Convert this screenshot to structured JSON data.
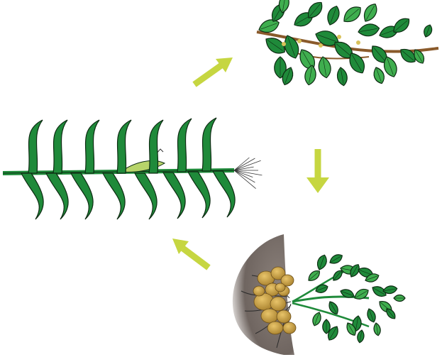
{
  "diagram": {
    "type": "crop-rotation-cycle",
    "stages": [
      {
        "id": "bean-vine",
        "icon": "bean-plant-icon"
      },
      {
        "id": "potato",
        "icon": "potato-plant-icon"
      },
      {
        "id": "maize",
        "icon": "maize-plant-icon"
      }
    ],
    "arrows": [
      {
        "from": "maize",
        "to": "bean-vine",
        "direction": "up-right"
      },
      {
        "from": "bean-vine",
        "to": "potato",
        "direction": "down"
      },
      {
        "from": "potato",
        "to": "maize",
        "direction": "up-left"
      }
    ],
    "colors": {
      "arrow": "#c6d641",
      "leaf": "#1f8a3a",
      "leaf_light": "#3fae4f",
      "leaf_outline": "#0d2b12",
      "stem": "#8a5a2b",
      "soil": "#7a6e68",
      "tuber": "#c9a24a",
      "background": "#ffffff"
    }
  }
}
